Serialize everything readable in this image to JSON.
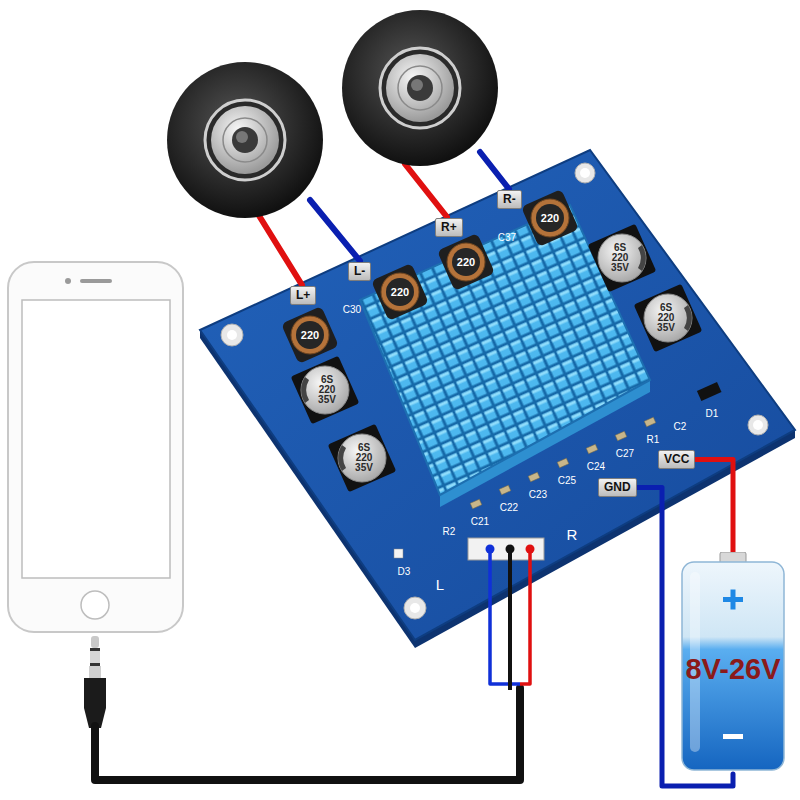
{
  "diagram": {
    "nodes": [
      {
        "text": [
          "L+"
        ]
      },
      {
        "text": [
          "L-"
        ]
      },
      {
        "text": [
          "R+"
        ]
      },
      {
        "text": [
          "R-"
        ]
      },
      {
        "text": [
          "VCC"
        ]
      },
      {
        "text": [
          "GND"
        ]
      },
      {
        "text": [
          "8V-26V"
        ]
      }
    ],
    "edges": [
      {
        "from": 4,
        "to": 6,
        "arrow": "none"
      },
      {
        "from": 5,
        "to": 6,
        "arrow": "none"
      }
    ],
    "labels": [
      "220",
      "220",
      "220",
      "220",
      "6S 220 35V",
      "6S 220 35V",
      "6S 220 35V",
      "6S 220 35V",
      "C30",
      "C37",
      "R2",
      "C21",
      "C22",
      "C23",
      "C25",
      "C24",
      "C27",
      "R1",
      "C2",
      "D1",
      "D3",
      "L",
      "R"
    ]
  }
}
